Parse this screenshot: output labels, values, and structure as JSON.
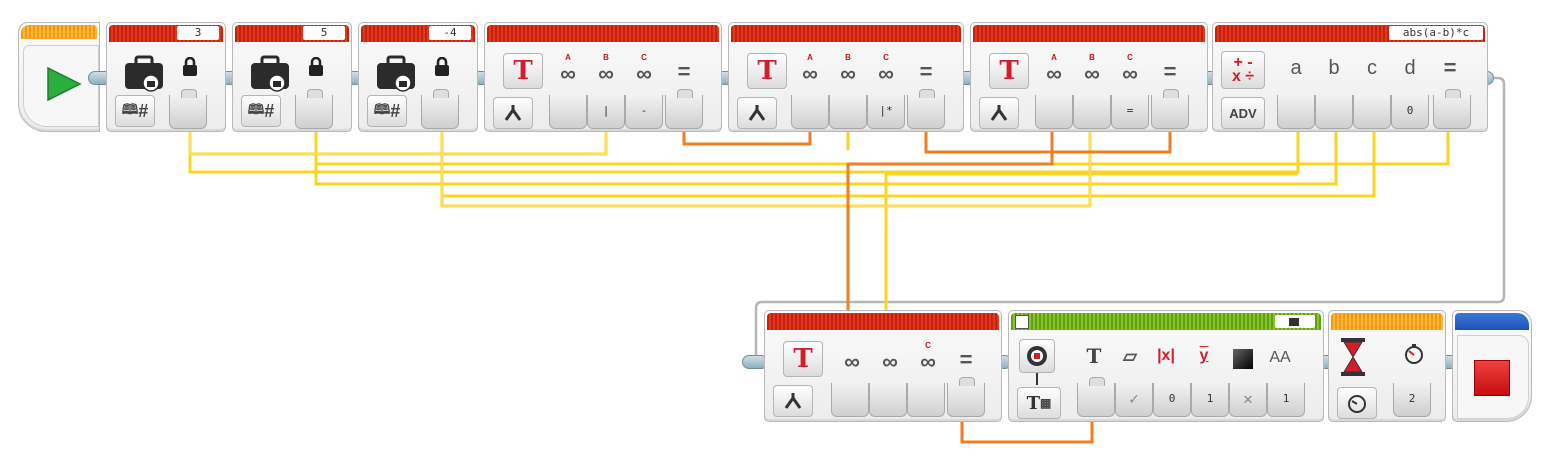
{
  "program": {
    "start": {
      "icon": "play-icon"
    },
    "variables": [
      {
        "value": "3",
        "mode_icon": "book-hash-icon"
      },
      {
        "value": "5",
        "mode_icon": "book-hash-icon"
      },
      {
        "value": "-4",
        "mode_icon": "book-hash-icon"
      }
    ],
    "text_blocks": [
      {
        "labels": [
          "A",
          "B",
          "C"
        ],
        "inputs": [
          "",
          "|",
          "-",
          ""
        ]
      },
      {
        "labels": [
          "A",
          "B",
          "C"
        ],
        "inputs": [
          "",
          "",
          "|*",
          ""
        ]
      },
      {
        "labels": [
          "A",
          "B",
          "C"
        ],
        "inputs": [
          "",
          "",
          "=",
          ""
        ]
      }
    ],
    "math": {
      "equation": "abs(a-b)*c",
      "mode": "ADV",
      "params": [
        "a",
        "b",
        "c",
        "d",
        "="
      ],
      "d_value": "0"
    },
    "text_block_bottom": {
      "labels": [
        "",
        "",
        "C"
      ]
    },
    "display": {
      "values": [
        "0",
        "1",
        "1"
      ]
    },
    "wait": {
      "value": "2"
    },
    "glyphs": {
      "equals": "=",
      "hash": "#",
      "T": "T"
    }
  },
  "colors": {
    "data_wire": "#f5d41c",
    "text_wire": "#ef7e20",
    "flow": "#b0b0b0"
  }
}
